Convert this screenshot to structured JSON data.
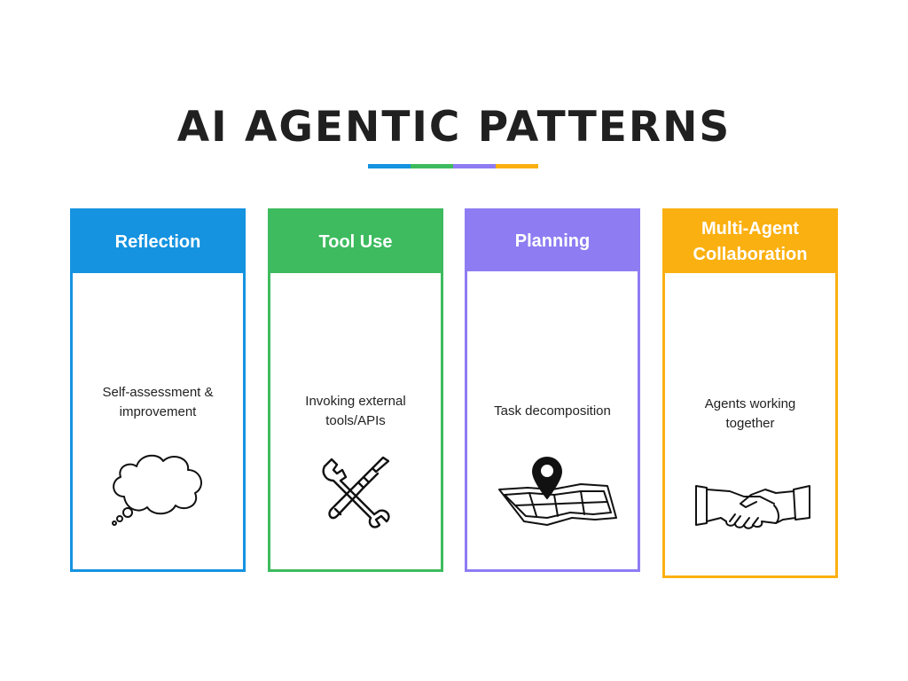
{
  "title": "AI AGENTIC PATTERNS",
  "accent_colors": [
    "#1593e0",
    "#3dbb5e",
    "#8e7cf3",
    "#fbb011"
  ],
  "cards": [
    {
      "label": "Reflection",
      "description": "Self-assessment &\nimprovement",
      "icon": "thought-cloud-icon",
      "color": "#1593e0"
    },
    {
      "label": "Tool Use",
      "description": "Invoking external\ntools/APIs",
      "icon": "wrench-screwdriver-icon",
      "color": "#3dbb5e"
    },
    {
      "label": "Planning",
      "description": "Task decomposition",
      "icon": "map-pin-icon",
      "color": "#8e7cf3"
    },
    {
      "label": "Multi-Agent\nCollaboration",
      "description": "Agents working\ntogether",
      "icon": "handshake-icon",
      "color": "#fbb011"
    }
  ]
}
